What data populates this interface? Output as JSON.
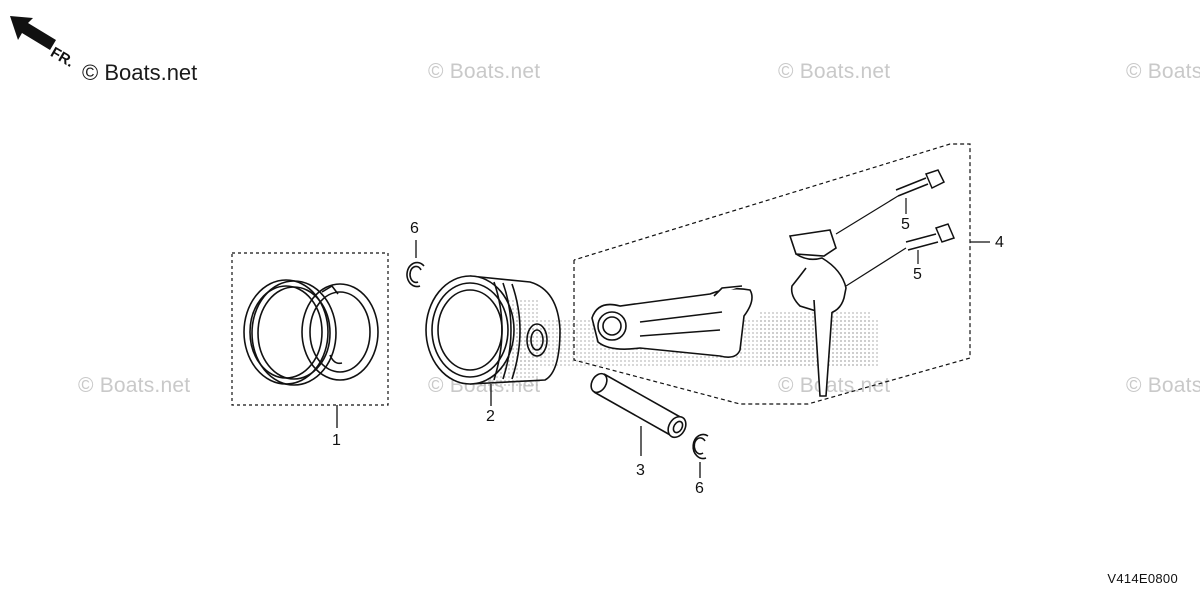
{
  "header": {
    "direction_label": "FR.",
    "watermark_main": "© Boats.net"
  },
  "watermarks": {
    "text": "© Boats.net",
    "items": [
      "© Boats.net",
      "© Boats.net",
      "© Boats.net",
      "© Boats.net",
      "© Boats.net",
      "© Boats.net",
      "© Boats.net"
    ]
  },
  "callouts": {
    "piston_ring_set": "1",
    "piston": "2",
    "piston_pin": "3",
    "connecting_rod": "4",
    "rod_bolt_upper": "5",
    "rod_bolt_lower": "5",
    "clip_left": "6",
    "clip_right": "6"
  },
  "diagram_code": "V414E0800",
  "colors": {
    "line": "#111111",
    "watermark": "#c9c9c9",
    "halftone": "#bdbdbd"
  }
}
